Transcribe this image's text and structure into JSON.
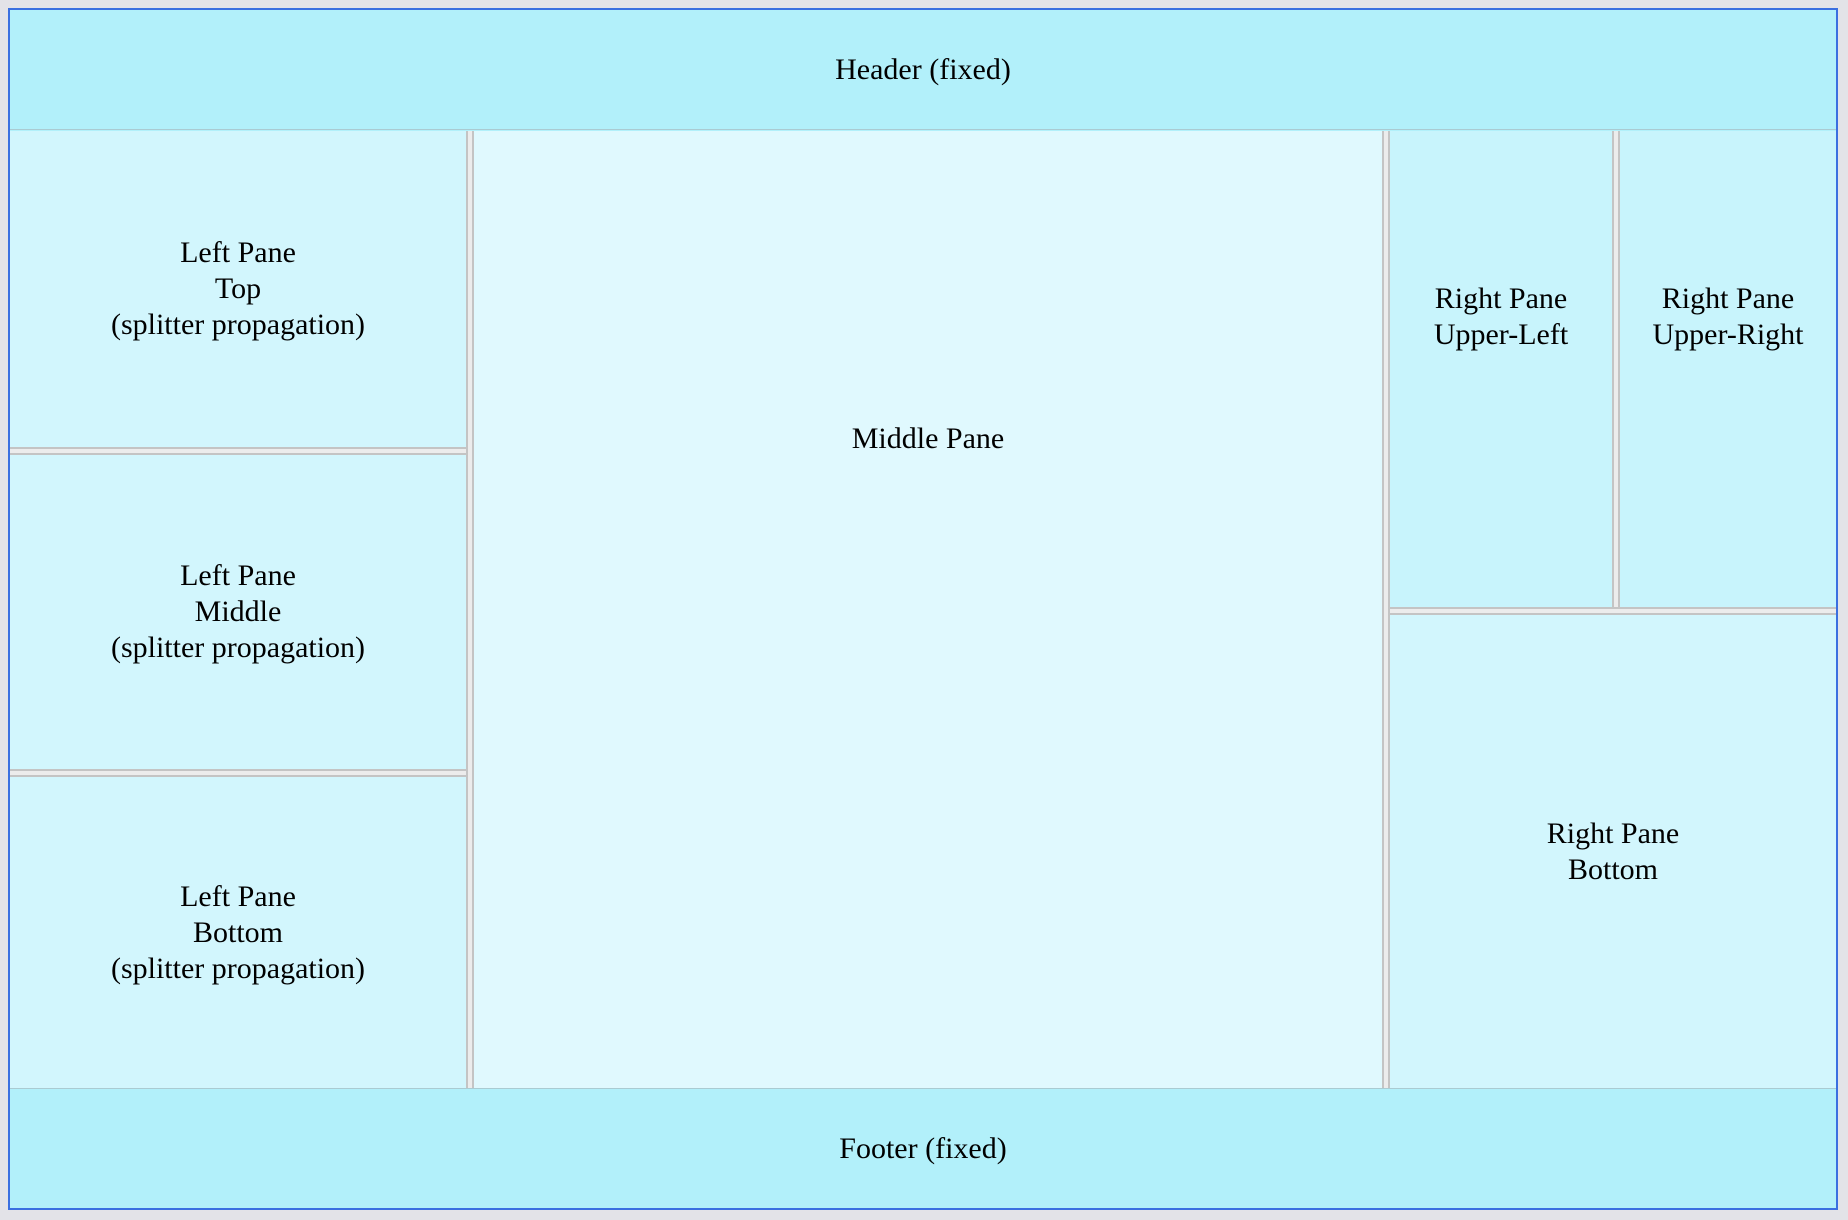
{
  "header": {
    "label": "Header (fixed)"
  },
  "footer": {
    "label": "Footer (fixed)"
  },
  "left": {
    "top": {
      "label": "Left Pane\nTop\n(splitter propagation)"
    },
    "middle": {
      "label": "Left Pane\nMiddle\n(splitter propagation)"
    },
    "bottom": {
      "label": "Left Pane\nBottom\n(splitter propagation)"
    }
  },
  "middle": {
    "label": "Middle Pane"
  },
  "right": {
    "upper_left": {
      "label": "Right Pane\nUpper-Left"
    },
    "upper_right": {
      "label": "Right Pane\nUpper-Right"
    },
    "bottom": {
      "label": "Right Pane\nBottom"
    }
  }
}
